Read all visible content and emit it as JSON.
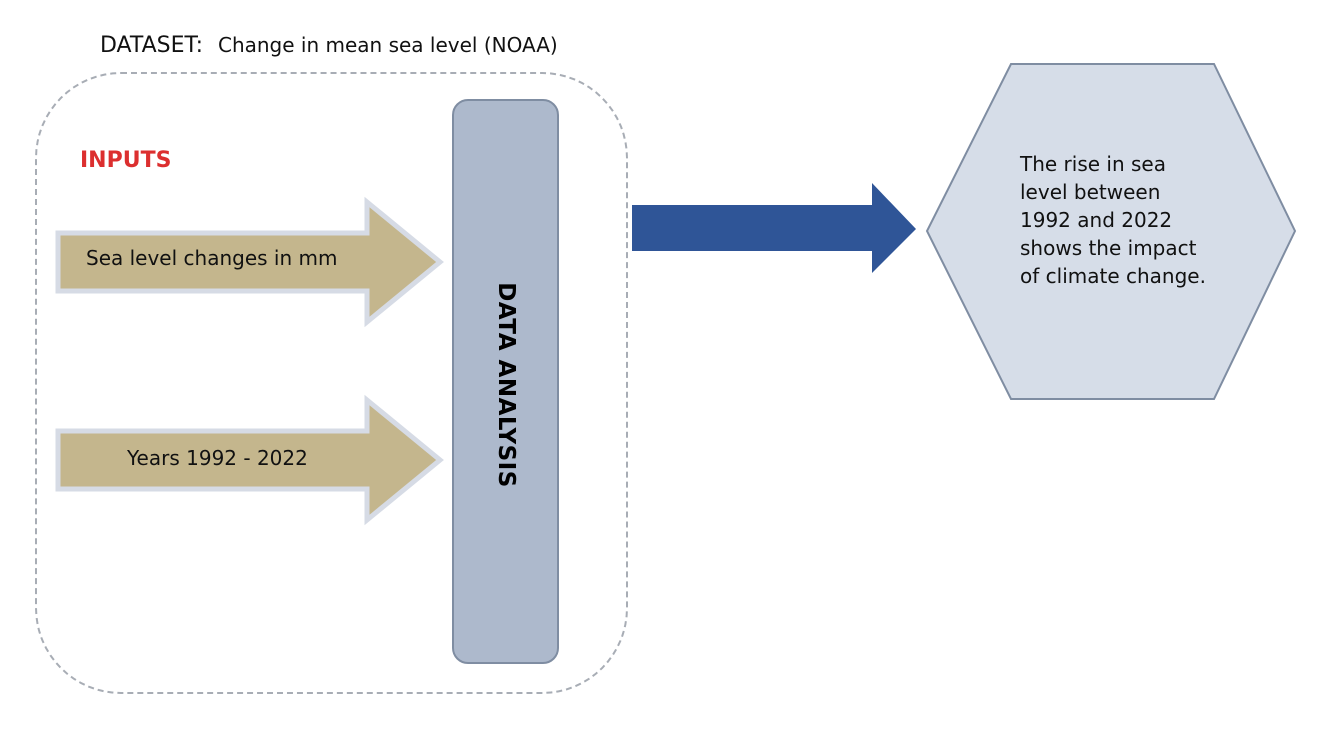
{
  "dataset": {
    "label": "DATASET:",
    "name": "Change in mean sea level (NOAA)"
  },
  "inputs": {
    "title": "INPUTS",
    "title_color": "#dc2f2f",
    "items": [
      {
        "label": "Sea level changes in mm"
      },
      {
        "label": "Years 1992 - 2022"
      }
    ],
    "arrow_fill": "#c4b68d",
    "arrow_border": "#d6dbe5"
  },
  "analysis": {
    "label": "DATA ANALYSIS",
    "fill": "#adb9cc"
  },
  "output_arrow": {
    "fill": "#2f5597"
  },
  "result": {
    "text_lines": [
      "The rise in sea",
      "level between",
      "1992 and 2022",
      "shows the impact",
      "of climate change."
    ],
    "fill": "#d6dde8",
    "border": "#7f8da2"
  }
}
